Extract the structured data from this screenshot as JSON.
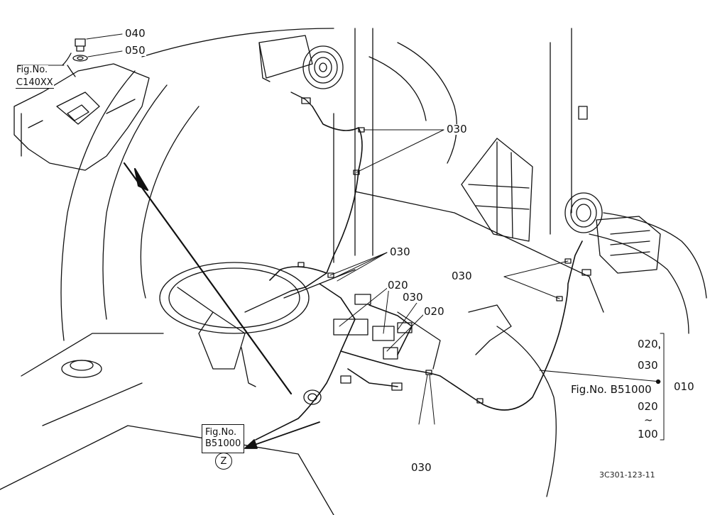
{
  "callouts": {
    "c040": "040",
    "c050": "050",
    "c030_top": "030",
    "c030_mid": "030",
    "c030_right": "030",
    "c020_a": "020",
    "c030_b": "030",
    "c020_b": "020",
    "c030_bottom": "030",
    "c010": "010"
  },
  "fig_refs": {
    "top_left_caption": "Fig.No.",
    "top_left_number": "C140XX",
    "bottom_caption": "Fig.No.",
    "bottom_number": "B51000",
    "bottom_view": "Z",
    "right_caption": "Fig.No. B51000"
  },
  "bracket_list": {
    "item1": "020",
    "item2": "030",
    "item3": "020",
    "tilde": "~",
    "item4": "100"
  },
  "drawing_code": "3C301-123-11"
}
